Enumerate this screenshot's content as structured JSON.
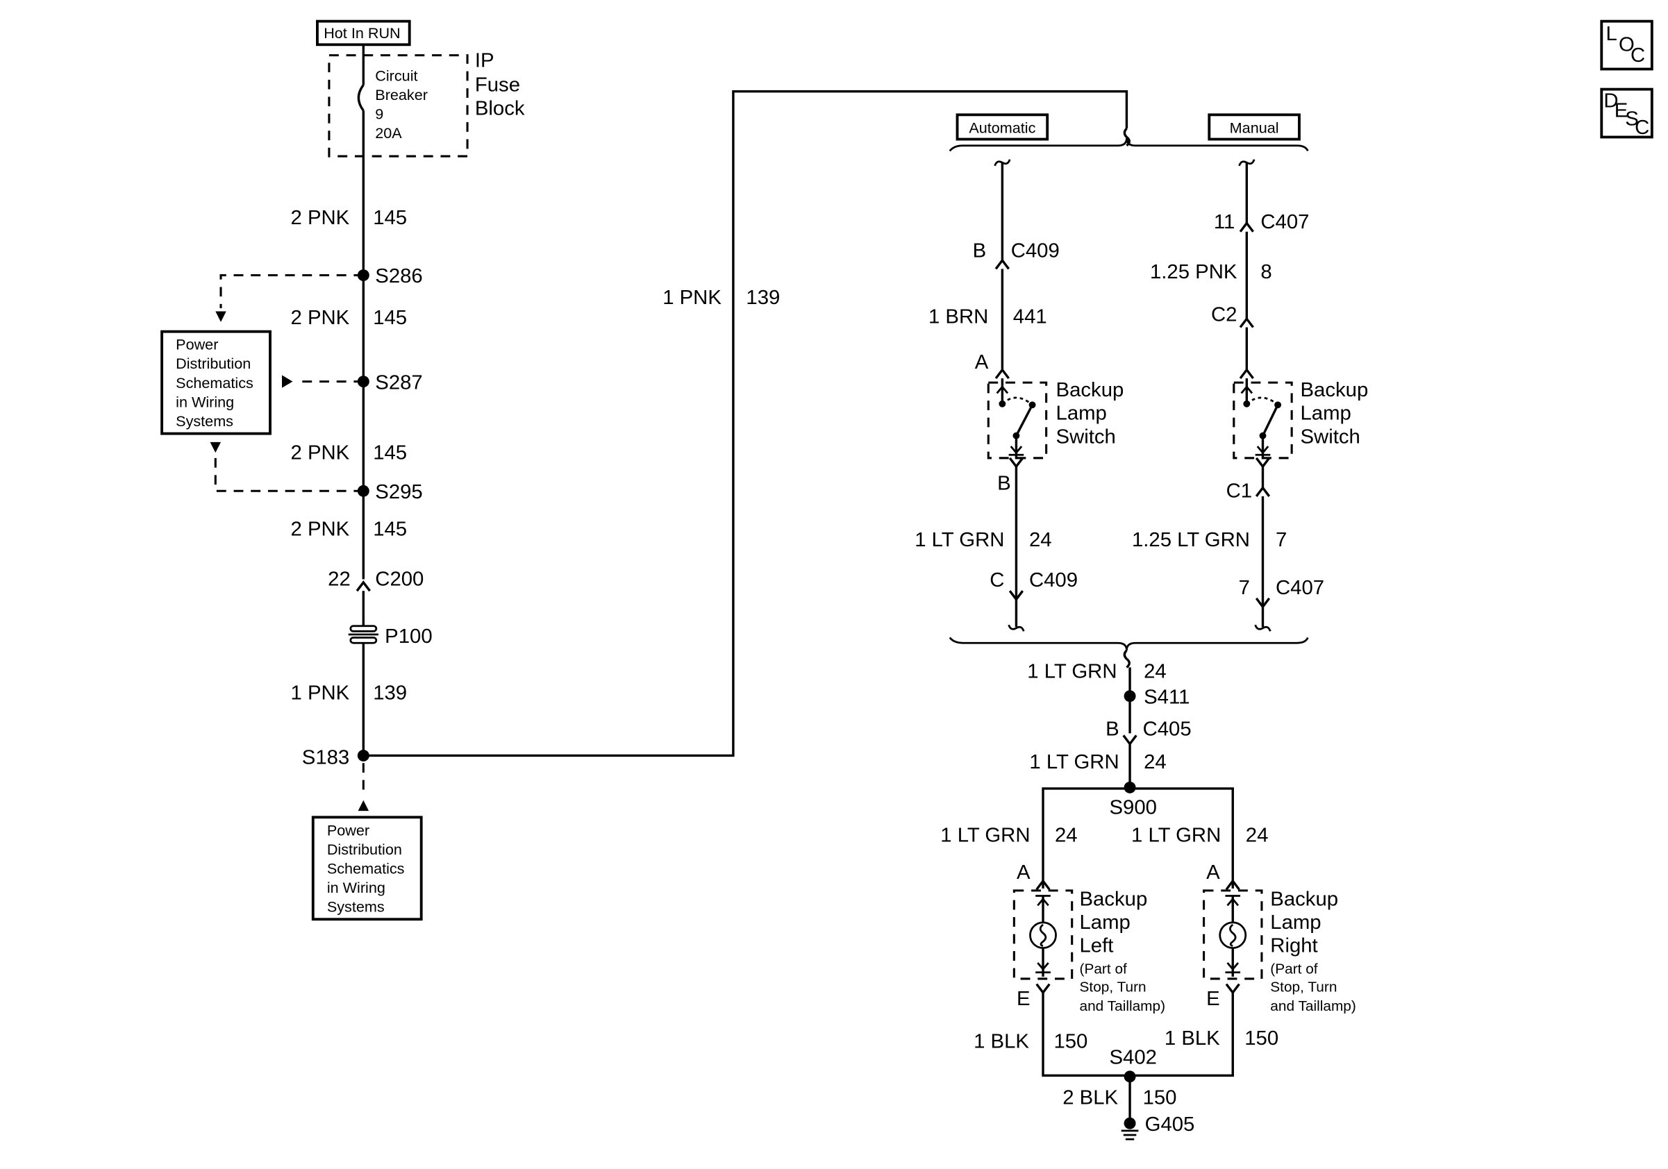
{
  "corner_icons": {
    "loc": [
      "L",
      "O",
      "C"
    ],
    "desc": [
      "D",
      "E",
      "S",
      "C"
    ]
  },
  "power": {
    "hot_label": "Hot In RUN",
    "fuse_block": [
      "IP",
      "Fuse",
      "Block"
    ],
    "breaker": [
      "Circuit",
      "Breaker",
      "9",
      "20A"
    ]
  },
  "left_circuit": {
    "w1": {
      "gauge": "2 PNK",
      "num": "145"
    },
    "w2": {
      "gauge": "2 PNK",
      "num": "145"
    },
    "w3": {
      "gauge": "2 PNK",
      "num": "145"
    },
    "w4": {
      "gauge": "2 PNK",
      "num": "145"
    },
    "w5": {
      "gauge": "1 PNK",
      "num": "139"
    },
    "s286": "S286",
    "s287": "S287",
    "s295": "S295",
    "c200_pin": "22",
    "c200": "C200",
    "p100": "P100",
    "s183": "S183"
  },
  "ref_box": [
    "Power",
    "Distribution",
    "Schematics",
    "in Wiring",
    "Systems"
  ],
  "mid_wire": {
    "gauge": "1 PNK",
    "num": "139"
  },
  "options": {
    "automatic": "Automatic",
    "manual": "Manual"
  },
  "auto_branch": {
    "top_pin": "B",
    "top_conn": "C409",
    "wire1": {
      "gauge": "1 BRN",
      "num": "441"
    },
    "sw_pin_a": "A",
    "sw_pin_b": "B",
    "switch": [
      "Backup",
      "Lamp",
      "Switch"
    ],
    "wire2": {
      "gauge": "1 LT GRN",
      "num": "24"
    },
    "bot_pin": "C",
    "bot_conn": "C409"
  },
  "man_branch": {
    "top_pin": "11",
    "top_conn": "C407",
    "wire1": {
      "gauge": "1.25 PNK",
      "num": "8"
    },
    "sw_pin_top": "C2",
    "sw_pin_bot": "C1",
    "switch": [
      "Backup",
      "Lamp",
      "Switch"
    ],
    "wire2": {
      "gauge": "1.25 LT GRN",
      "num": "7"
    },
    "bot_pin": "7",
    "bot_conn": "C407"
  },
  "merge": {
    "w1": {
      "gauge": "1 LT GRN",
      "num": "24"
    },
    "s411": "S411",
    "c405_pin": "B",
    "c405": "C405",
    "w2": {
      "gauge": "1 LT GRN",
      "num": "24"
    },
    "s900": "S900",
    "wl": {
      "gauge": "1 LT GRN",
      "num": "24"
    },
    "wr": {
      "gauge": "1 LT GRN",
      "num": "24"
    }
  },
  "lamp_left": {
    "pin_a": "A",
    "pin_e": "E",
    "name": [
      "Backup",
      "Lamp",
      "Left"
    ],
    "sub": [
      "(Part of",
      "Stop, Turn",
      "and Taillamp)"
    ]
  },
  "lamp_right": {
    "pin_a": "A",
    "pin_e": "E",
    "name": [
      "Backup",
      "Lamp",
      "Right"
    ],
    "sub": [
      "(Part of",
      "Stop, Turn",
      "and Taillamp)"
    ]
  },
  "ground": {
    "wl": {
      "gauge": "1 BLK",
      "num": "150"
    },
    "wr": {
      "gauge": "1 BLK",
      "num": "150"
    },
    "s402": "S402",
    "w": {
      "gauge": "2 BLK",
      "num": "150"
    },
    "g405": "G405"
  }
}
